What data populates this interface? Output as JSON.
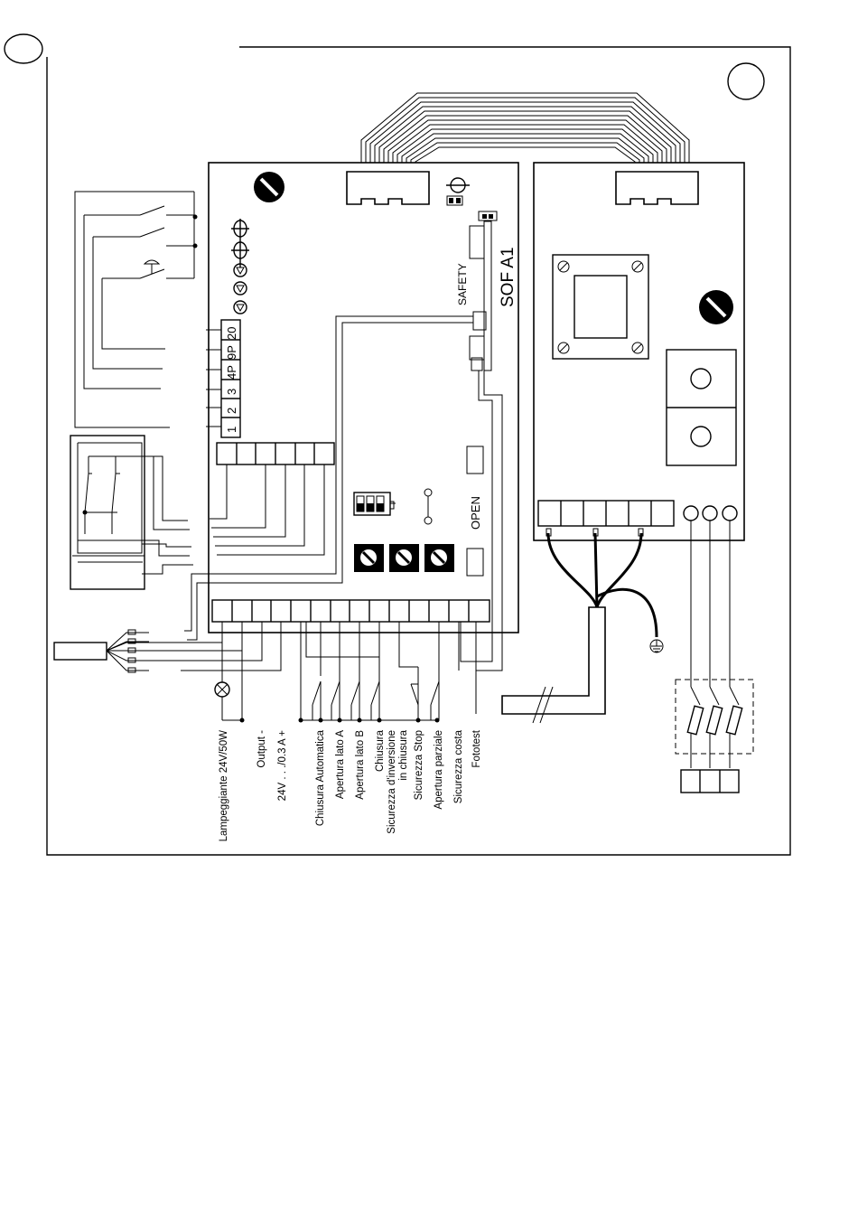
{
  "board": {
    "model": "SOF A1",
    "safety": "SAFETY",
    "open": "OPEN",
    "numbered_terminals": [
      "20",
      "9P",
      "4P",
      "3",
      "2",
      "1"
    ]
  },
  "bottom_labels": [
    "Lampeggiante 24V/50W",
    "Output -",
    "24V . . ./0.3 A +",
    "Chiusura Automatica",
    "Apertura lato A",
    "Apertura lato B",
    "Chiusura",
    "Sicurezza d'inversione",
    "in chiusura",
    "Sicurezza Stop",
    "Apertura parziale",
    "Sicurezza costa",
    "Fototest"
  ],
  "icons": [
    "potentiometer-icon",
    "ground-icon",
    "fuse-icon",
    "lamp-icon",
    "transformer-icon"
  ]
}
